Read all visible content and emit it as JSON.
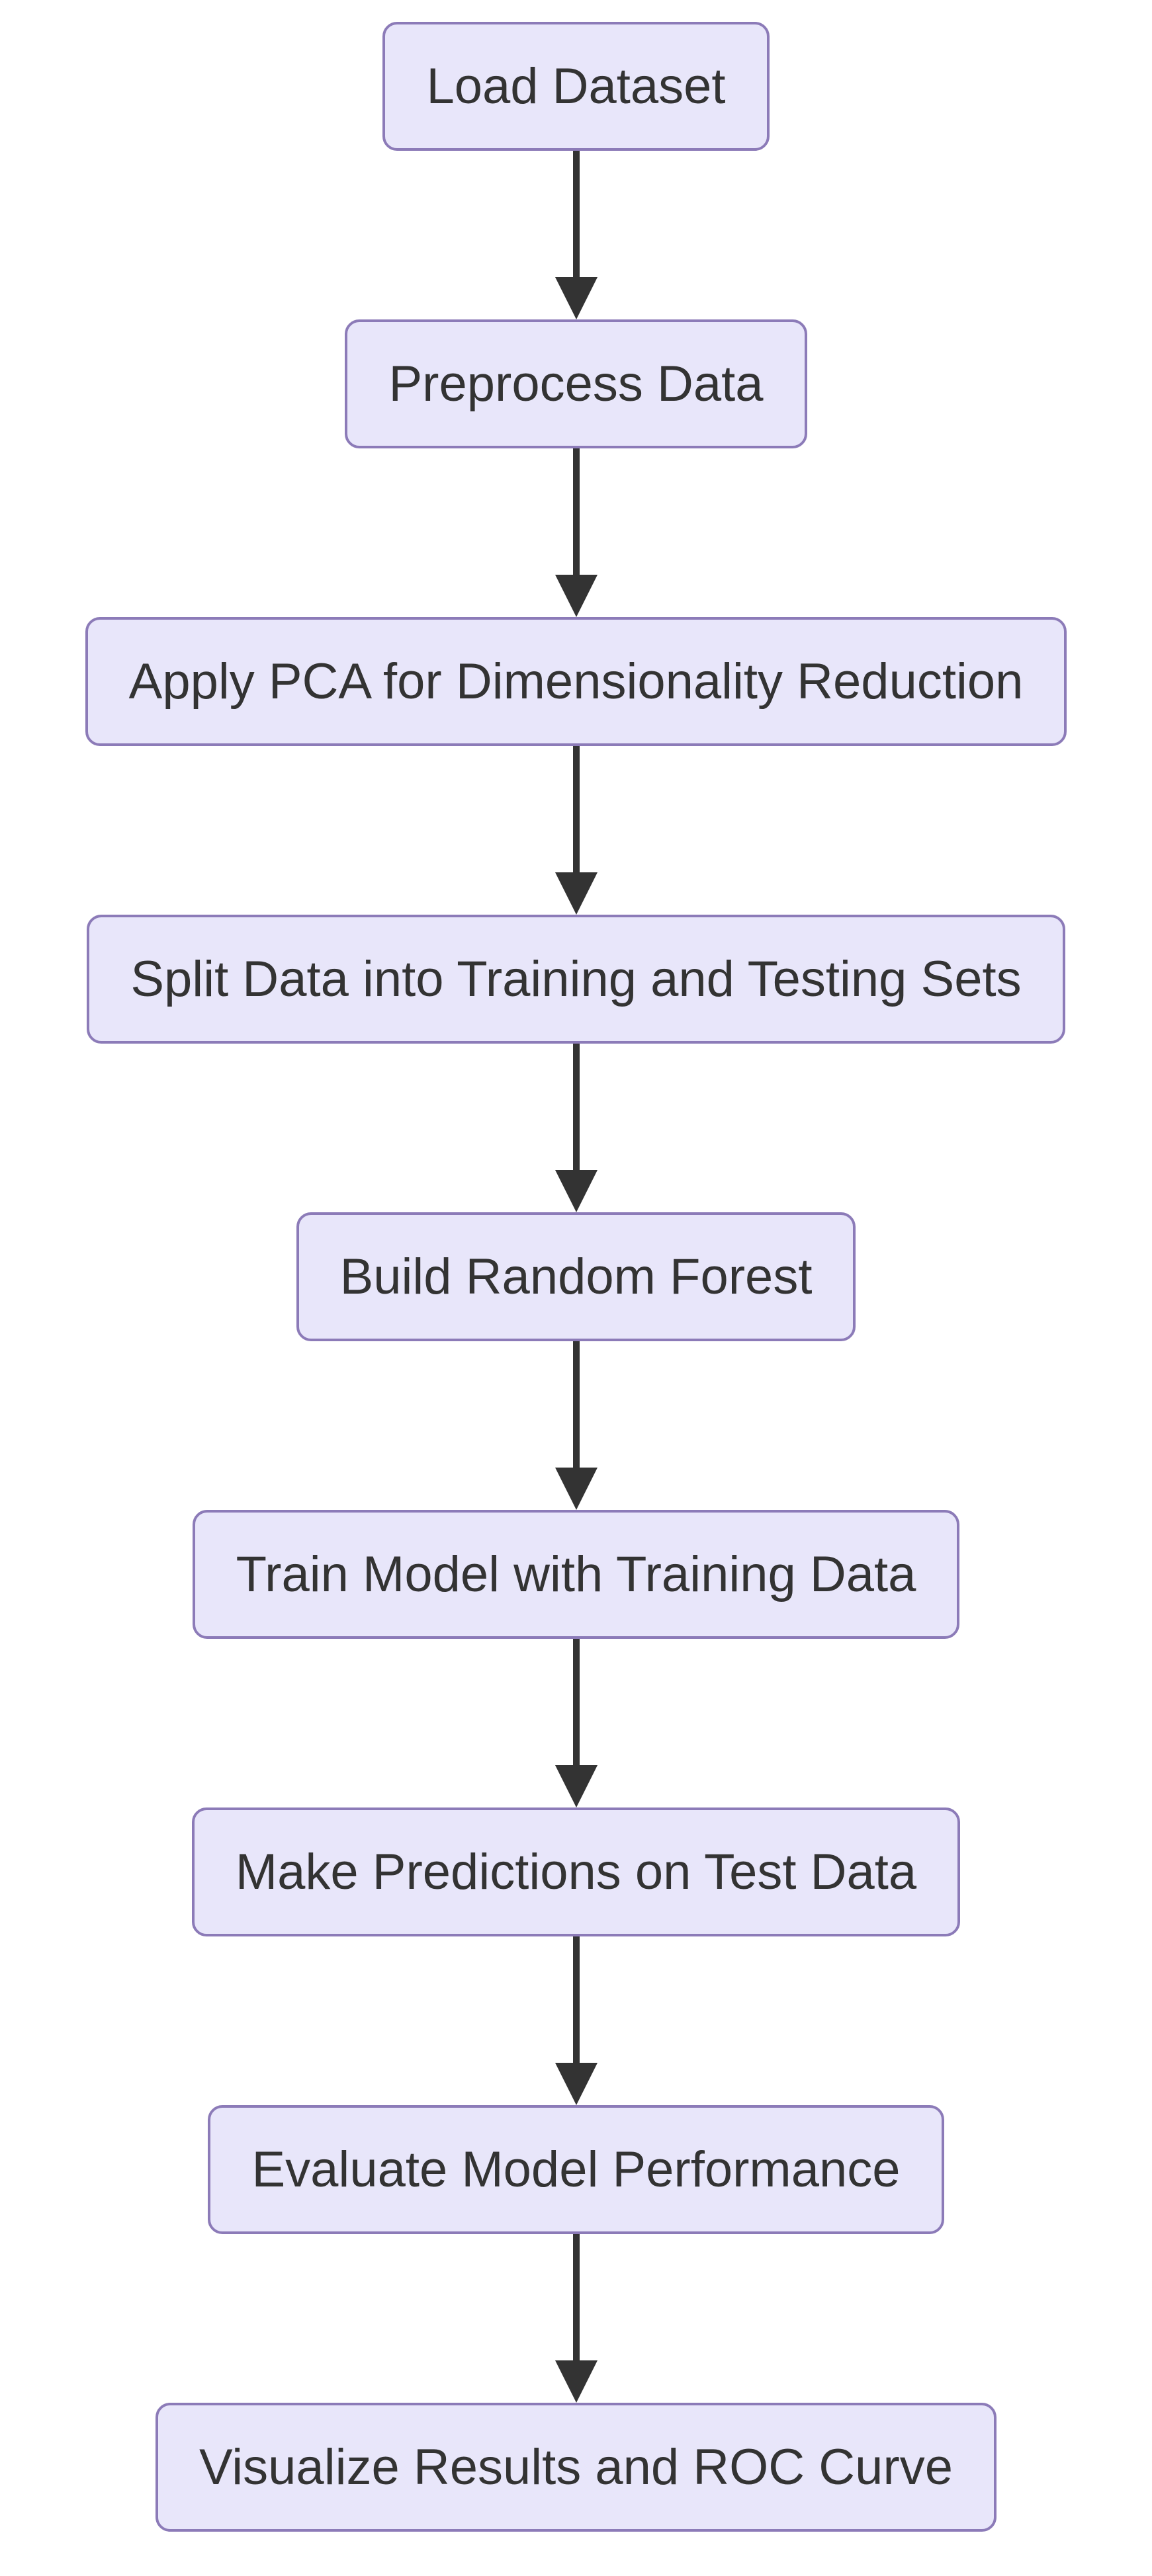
{
  "diagram": {
    "type": "flowchart",
    "direction": "top-down",
    "nodes": [
      {
        "id": "load-dataset",
        "label": "Load Dataset"
      },
      {
        "id": "preprocess-data",
        "label": "Preprocess Data"
      },
      {
        "id": "apply-pca",
        "label": "Apply PCA for Dimensionality Reduction"
      },
      {
        "id": "split-data",
        "label": "Split Data into Training and Testing Sets"
      },
      {
        "id": "build-random-forest",
        "label": "Build Random Forest"
      },
      {
        "id": "train-model",
        "label": "Train Model with Training Data"
      },
      {
        "id": "make-predictions",
        "label": "Make Predictions on Test Data"
      },
      {
        "id": "evaluate-model",
        "label": "Evaluate Model Performance"
      },
      {
        "id": "visualize-results",
        "label": "Visualize Results and ROC Curve"
      }
    ],
    "edges": [
      {
        "from": "load-dataset",
        "to": "preprocess-data"
      },
      {
        "from": "preprocess-data",
        "to": "apply-pca"
      },
      {
        "from": "apply-pca",
        "to": "split-data"
      },
      {
        "from": "split-data",
        "to": "build-random-forest"
      },
      {
        "from": "build-random-forest",
        "to": "train-model"
      },
      {
        "from": "train-model",
        "to": "make-predictions"
      },
      {
        "from": "make-predictions",
        "to": "evaluate-model"
      },
      {
        "from": "evaluate-model",
        "to": "visualize-results"
      }
    ],
    "style": {
      "background": "#FFFFFF",
      "node_fill": "#E8E6FA",
      "node_border": "#8C7BB8",
      "node_text_color": "#333333",
      "arrow_color": "#333333"
    }
  }
}
